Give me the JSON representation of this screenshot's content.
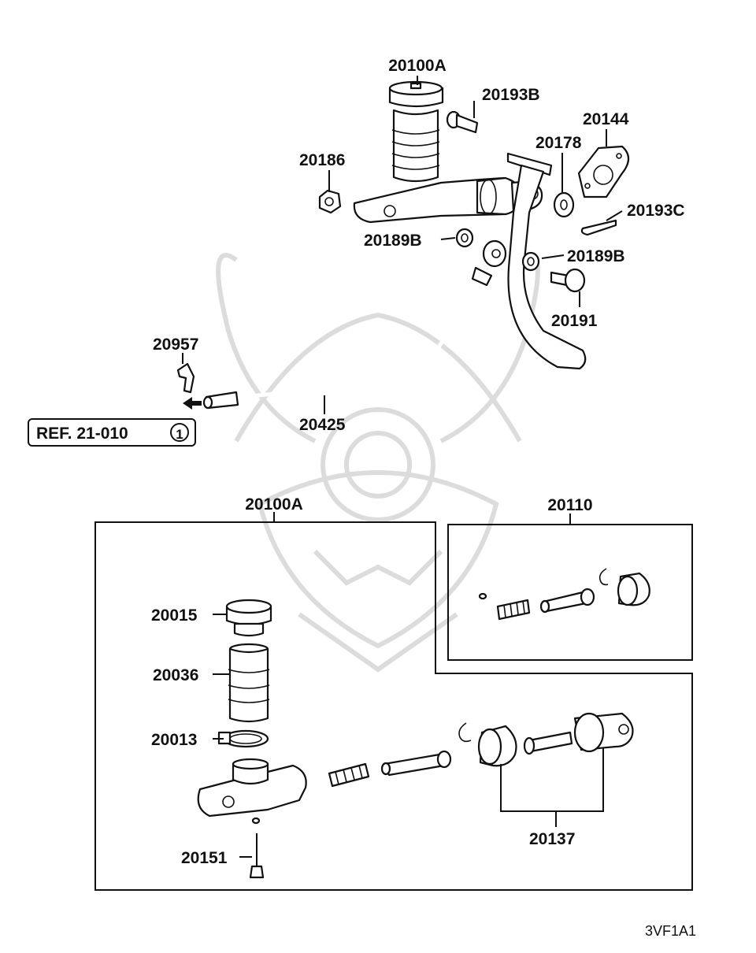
{
  "watermark": "samurai-logo",
  "reference": {
    "text": "REF. 21-010",
    "circled_number": "1"
  },
  "upper_assembly": {
    "labels": {
      "master_cylinder": "20100A",
      "pin_top": "20193B",
      "plate": "20144",
      "washer": "20178",
      "nut": "20186",
      "clip_pin": "20193C",
      "bushing_left": "20189B",
      "bushing_right": "20189B",
      "pin_bolt": "20191",
      "clip": "20957",
      "hose": "20425"
    }
  },
  "lower_left_box": {
    "title": "20100A",
    "labels": {
      "cap": "20015",
      "reservoir": "20036",
      "band": "20013",
      "bolt": "20151",
      "kit": "20137"
    }
  },
  "lower_right_box": {
    "title": "20110"
  },
  "diagram_code": "3VF1A1"
}
